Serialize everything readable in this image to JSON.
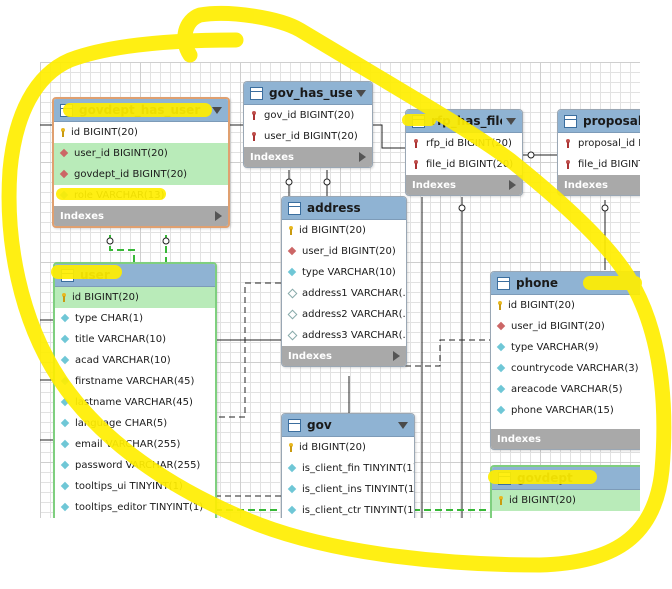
{
  "tables": {
    "govdept_has_user": {
      "name": "govdept_has_user",
      "columns": [
        {
          "icon": "primary-key-icon",
          "text": "id BIGINT(20)"
        },
        {
          "icon": "foreign-key-icon",
          "text": "user_id BIGINT(20)"
        },
        {
          "icon": "foreign-key-icon",
          "text": "govdept_id BIGINT(20)"
        },
        {
          "icon": "column-icon",
          "text": "role VARCHAR(13)"
        }
      ],
      "footer": "Indexes"
    },
    "gov_has_user": {
      "name": "gov_has_user",
      "columns": [
        {
          "icon": "red-key-icon",
          "text": "gov_id BIGINT(20)"
        },
        {
          "icon": "red-key-icon",
          "text": "user_id BIGINT(20)"
        }
      ],
      "footer": "Indexes"
    },
    "rfp_has_file": {
      "name": "rfp_has_file",
      "columns": [
        {
          "icon": "red-key-icon",
          "text": "rfp_id BIGINT(20)"
        },
        {
          "icon": "red-key-icon",
          "text": "file_id BIGINT(20)"
        }
      ],
      "footer": "Indexes"
    },
    "proposal": {
      "name": "proposal_",
      "columns": [
        {
          "icon": "red-key-icon",
          "text": "proposal_id BIG"
        },
        {
          "icon": "red-key-icon",
          "text": "file_id BIGINT"
        }
      ],
      "footer": "Indexes"
    },
    "address": {
      "name": "address",
      "columns": [
        {
          "icon": "primary-key-icon",
          "text": "id BIGINT(20)"
        },
        {
          "icon": "foreign-key-icon",
          "text": "user_id BIGINT(20)"
        },
        {
          "icon": "column-icon",
          "text": "type VARCHAR(10)"
        },
        {
          "icon": "column-hollow-icon",
          "text": "address1 VARCHAR(..."
        },
        {
          "icon": "column-hollow-icon",
          "text": "address2 VARCHAR(..."
        },
        {
          "icon": "column-hollow-icon",
          "text": "address3 VARCHAR(..."
        }
      ],
      "footer": "Indexes"
    },
    "user": {
      "name": "user",
      "columns": [
        {
          "icon": "primary-key-icon",
          "text": "id BIGINT(20)"
        },
        {
          "icon": "column-icon",
          "text": "type CHAR(1)"
        },
        {
          "icon": "column-icon",
          "text": "title VARCHAR(10)"
        },
        {
          "icon": "column-icon",
          "text": "acad VARCHAR(10)"
        },
        {
          "icon": "column-icon",
          "text": "firstname VARCHAR(45)"
        },
        {
          "icon": "column-icon",
          "text": "lastname VARCHAR(45)"
        },
        {
          "icon": "column-icon",
          "text": "language CHAR(5)"
        },
        {
          "icon": "column-icon",
          "text": "email VARCHAR(255)"
        },
        {
          "icon": "column-icon",
          "text": "password VARCHAR(255)"
        },
        {
          "icon": "column-icon",
          "text": "tooltips_ui TINYINT(1)"
        },
        {
          "icon": "column-icon",
          "text": "tooltips_editor TINYINT(1)"
        }
      ]
    },
    "phone": {
      "name": "phone",
      "columns": [
        {
          "icon": "primary-key-icon",
          "text": "id BIGINT(20)"
        },
        {
          "icon": "foreign-key-icon",
          "text": "user_id BIGINT(20)"
        },
        {
          "icon": "column-icon",
          "text": "type VARCHAR(9)"
        },
        {
          "icon": "column-icon",
          "text": "countrycode VARCHAR(3)"
        },
        {
          "icon": "column-icon",
          "text": "areacode VARCHAR(5)"
        },
        {
          "icon": "column-icon",
          "text": "phone VARCHAR(15)"
        }
      ],
      "footer": "Indexes"
    },
    "gov": {
      "name": "gov",
      "columns": [
        {
          "icon": "primary-key-icon",
          "text": "id BIGINT(20)"
        },
        {
          "icon": "column-icon",
          "text": "is_client_fin TINYINT(1)"
        },
        {
          "icon": "column-icon",
          "text": "is_client_ins TINYINT(1)"
        },
        {
          "icon": "column-icon",
          "text": "is_client_ctr TINYINT(1)"
        }
      ]
    },
    "govdept": {
      "name": "govdept",
      "columns": [
        {
          "icon": "primary-key-icon",
          "text": "id BIGINT(20)"
        }
      ]
    }
  },
  "colors": {
    "header": "#8fb3d3",
    "highlight_row": "#b9ebb9",
    "annotation": "#ffee00",
    "footer": "#a9a9a9"
  }
}
